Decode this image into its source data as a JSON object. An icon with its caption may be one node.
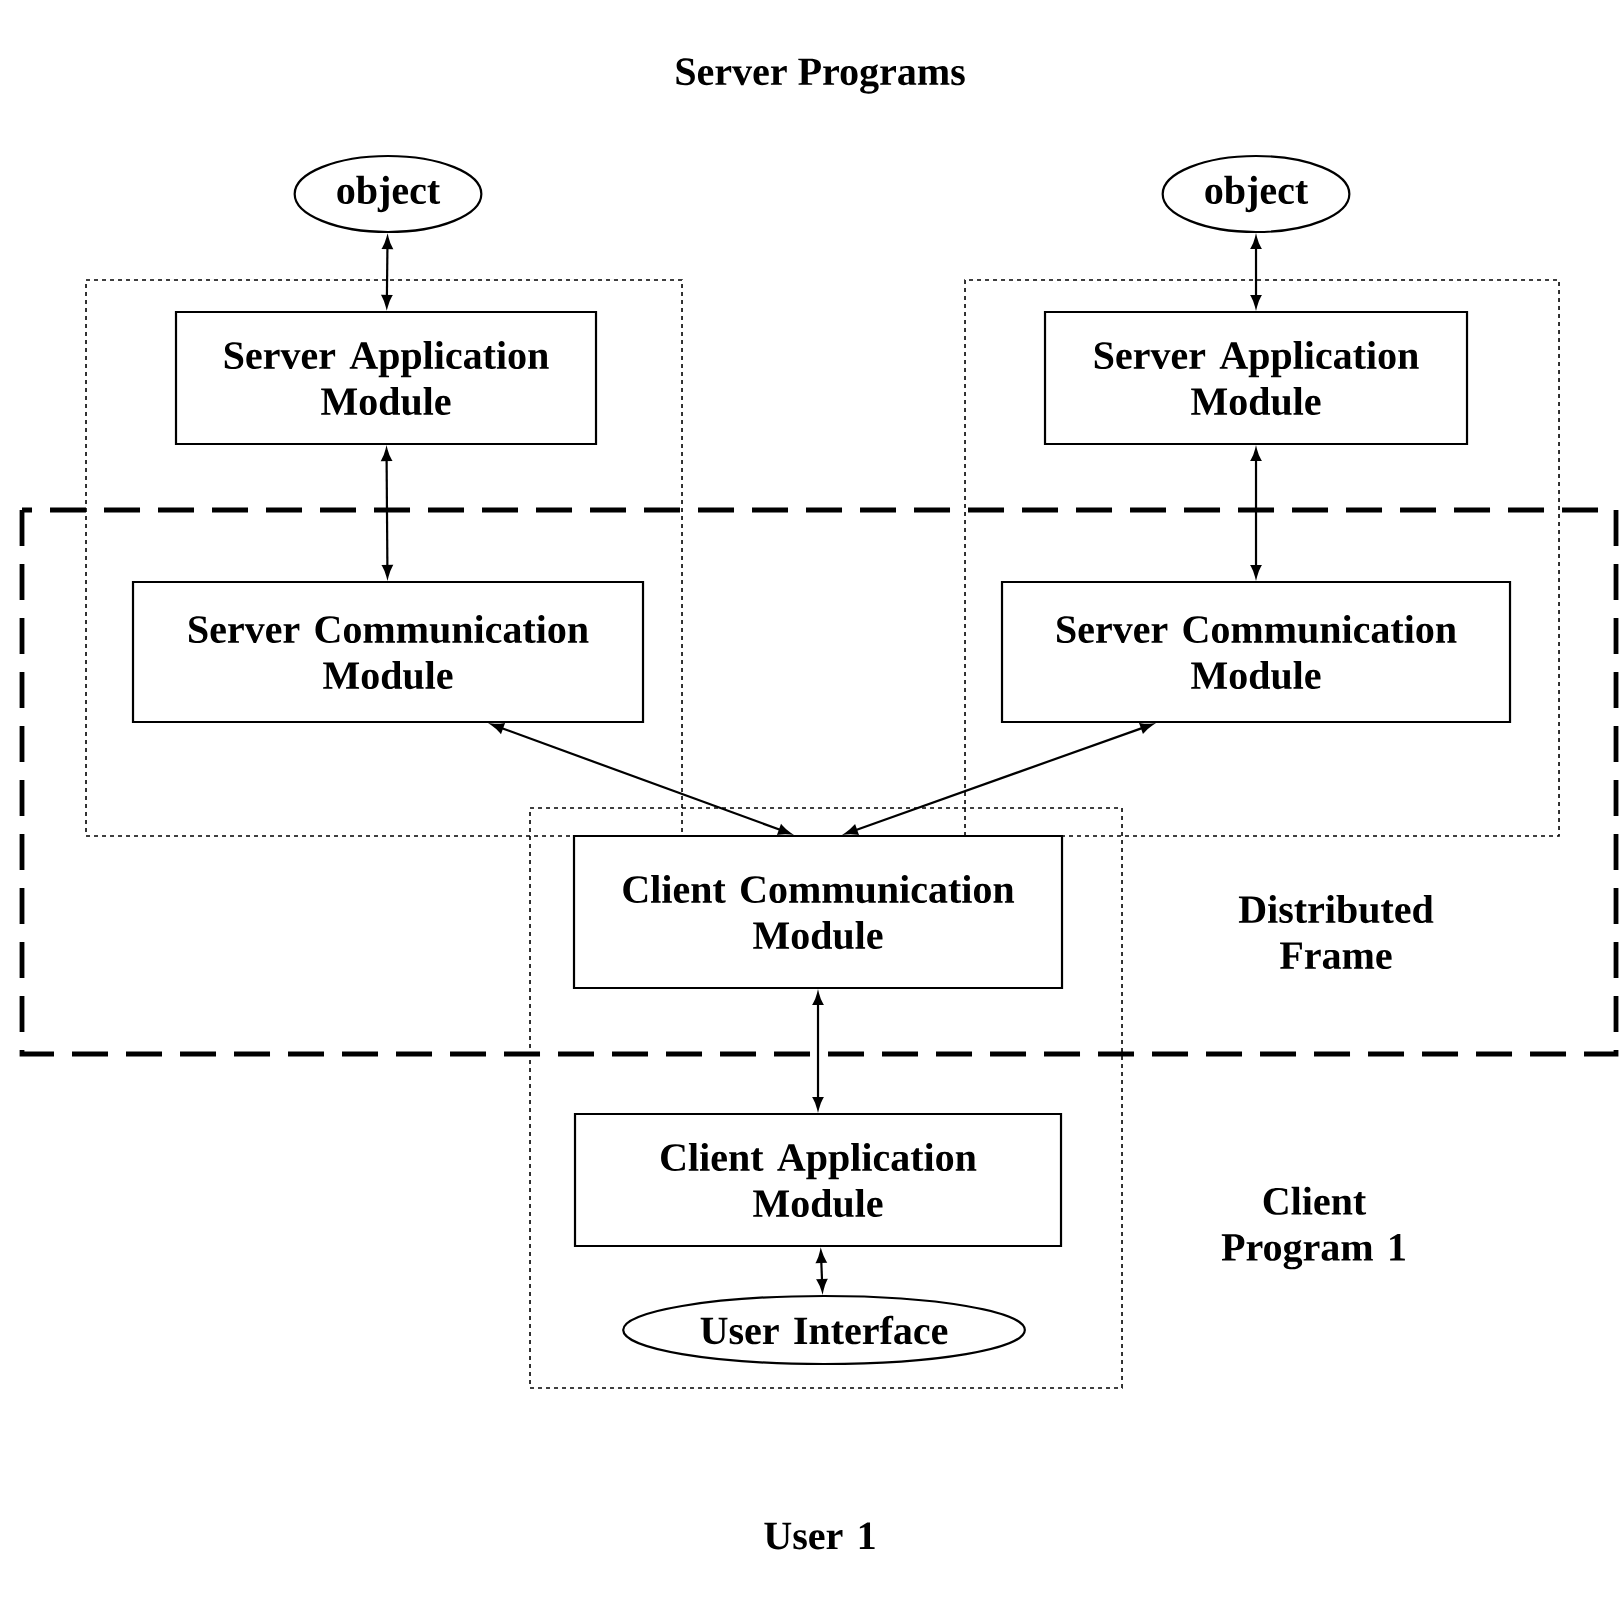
{
  "diagram": {
    "title": "Server Programs",
    "nodes": [
      {
        "text": [
          "object"
        ]
      },
      {
        "text": [
          "object"
        ]
      },
      {
        "text": [],
        "shape": "box"
      },
      {
        "text": [
          "Server Application Module"
        ],
        "in": 2
      },
      {
        "text": [],
        "shape": "box"
      },
      {
        "text": [
          "Server Application Module"
        ],
        "in": 4
      },
      {
        "text": [
          "Server Communication Module"
        ],
        "in": 2
      },
      {
        "text": [
          "Server Communication Module"
        ],
        "in": 4
      },
      {
        "text": [
          "Client Program 1"
        ]
      },
      {
        "text": [
          "Client Communication Module"
        ],
        "in": 8
      },
      {
        "text": [
          "Client Application Module"
        ],
        "in": 8
      },
      {
        "text": [
          "User Interface"
        ],
        "in": 8
      }
    ],
    "edges": [
      {
        "from": 0,
        "to": 3,
        "arrow": "both"
      },
      {
        "from": 1,
        "to": 5,
        "arrow": "both"
      },
      {
        "from": 3,
        "to": 6,
        "arrow": "both"
      },
      {
        "from": 5,
        "to": 7,
        "arrow": "both"
      },
      {
        "from": 6,
        "to": 9,
        "arrow": "both"
      },
      {
        "from": 7,
        "to": 9,
        "arrow": "both"
      },
      {
        "from": 9,
        "to": 10,
        "arrow": "both"
      },
      {
        "from": 10,
        "to": 11,
        "arrow": "both"
      }
    ],
    "labels": [
      "Distributed Frame",
      "User 1"
    ]
  }
}
